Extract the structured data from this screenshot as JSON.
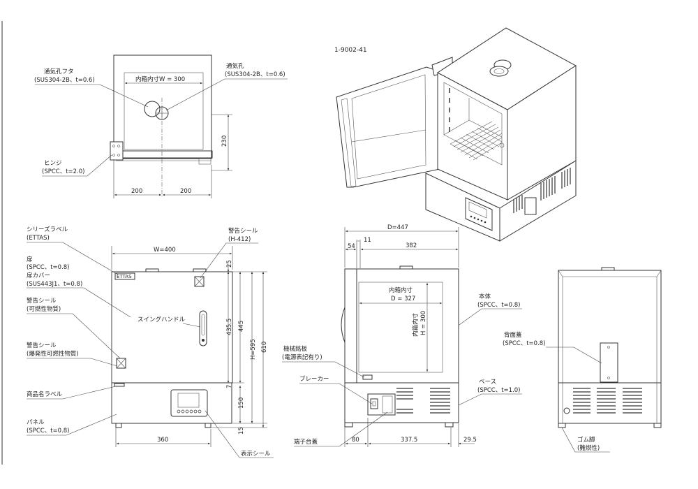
{
  "drawing_number": "1-9002-41",
  "top_view": {
    "vent_cover": {
      "name": "通気孔フタ",
      "spec": "(SUS304-2B、t=0.6)"
    },
    "vent_hole": {
      "name": "通気孔",
      "spec": "(SUS304-2B、t=0.6)"
    },
    "hinge": {
      "name": "ヒンジ",
      "spec": "(SPCC、t=2.0)"
    },
    "inner_width": "内箱内寸W = 300",
    "dim_230": "230",
    "dim_left_200": "200",
    "dim_right_200": "200"
  },
  "front_view": {
    "series_label": {
      "name": "シリーズラベル",
      "spec": "(ETTAS)"
    },
    "series_badge": "ETTAS",
    "door": {
      "name": "扉",
      "spec": "(SPCC、t=0.8)"
    },
    "door_cover": {
      "name": "扉カバー",
      "spec": "(SUS443J1、t=0.8)"
    },
    "warning_flammable": {
      "name": "警告シール",
      "spec": "(可燃性物質)"
    },
    "warning_explosive": {
      "name": "警告シール",
      "spec": "(爆発性可燃性物質)"
    },
    "product_label": "商品名ラベル",
    "panel": {
      "name": "パネル",
      "spec": "(SPCC、t=0.8)"
    },
    "warning_h412": {
      "name": "警告シール",
      "spec": "(H-412)"
    },
    "swing_handle": "スイングハンドル",
    "display_seal": "表示シール",
    "dim_width": "W=400",
    "dim_25": "25",
    "dim_4355": "435.5",
    "dim_445": "445",
    "dim_h595": "H=595",
    "dim_610": "610",
    "dim_7": "7",
    "dim_150": "150",
    "dim_15": "15",
    "dim_360": "360"
  },
  "side_view": {
    "dim_depth": "D=447",
    "dim_54": "54",
    "dim_11": "11",
    "dim_382": "382",
    "inner_depth_title": "内箱内寸",
    "inner_depth_value": "D = 327",
    "inner_height_title": "内箱内寸",
    "inner_height_value": "H = 300",
    "body": {
      "name": "本体",
      "spec": "(SPCC、t=0.8)"
    },
    "nameplate": {
      "name": "機械銘板",
      "spec": "(電源表記有り)"
    },
    "breaker": "ブレーカー",
    "base": {
      "name": "ベース",
      "spec": "(SPCC、t=1.0)"
    },
    "terminal_cover": "端子台蓋",
    "dim_80": "80",
    "dim_3375": "337.5",
    "dim_295": "29.5"
  },
  "rear_view": {
    "rear_cover": {
      "name": "背面蓋",
      "spec": "(SPCC、t=0.8)"
    },
    "rubber_foot": {
      "name": "ゴム脚",
      "spec": "(難燃性)"
    }
  }
}
